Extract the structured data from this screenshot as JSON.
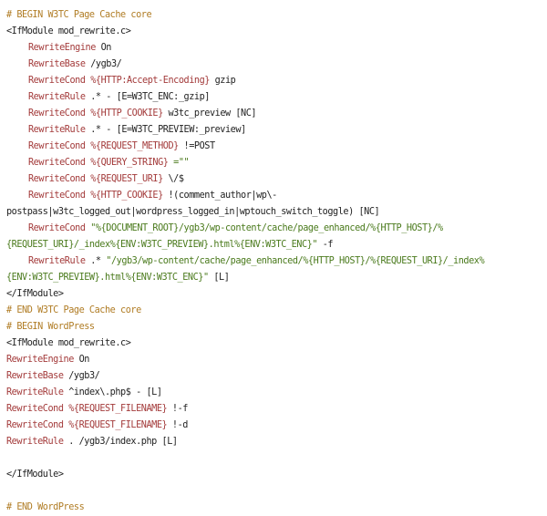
{
  "lines": [
    {
      "parts": [
        {
          "t": "# BEGIN W3TC Page Cache core",
          "c": "cmt"
        }
      ]
    },
    {
      "parts": [
        {
          "t": "<IfModule mod_rewrite.c>",
          "c": "tag"
        }
      ]
    },
    {
      "indent": true,
      "parts": [
        {
          "t": "RewriteEngine",
          "c": "kw"
        },
        {
          "t": " On",
          "c": "plain"
        }
      ]
    },
    {
      "indent": true,
      "parts": [
        {
          "t": "RewriteBase",
          "c": "kw"
        },
        {
          "t": " /ygb3/",
          "c": "plain"
        }
      ]
    },
    {
      "indent": true,
      "parts": [
        {
          "t": "RewriteCond",
          "c": "kw"
        },
        {
          "t": " ",
          "c": "plain"
        },
        {
          "t": "%{HTTP:Accept-Encoding}",
          "c": "var"
        },
        {
          "t": " gzip",
          "c": "plain"
        }
      ]
    },
    {
      "indent": true,
      "parts": [
        {
          "t": "RewriteRule",
          "c": "kw"
        },
        {
          "t": " .* - [E=W3TC_ENC:_gzip]",
          "c": "plain"
        }
      ]
    },
    {
      "indent": true,
      "parts": [
        {
          "t": "RewriteCond",
          "c": "kw"
        },
        {
          "t": " ",
          "c": "plain"
        },
        {
          "t": "%{HTTP_COOKIE}",
          "c": "var"
        },
        {
          "t": " w3tc_preview [NC]",
          "c": "plain"
        }
      ]
    },
    {
      "indent": true,
      "parts": [
        {
          "t": "RewriteRule",
          "c": "kw"
        },
        {
          "t": " .* - [E=W3TC_PREVIEW:_preview]",
          "c": "plain"
        }
      ]
    },
    {
      "indent": true,
      "parts": [
        {
          "t": "RewriteCond",
          "c": "kw"
        },
        {
          "t": " ",
          "c": "plain"
        },
        {
          "t": "%{REQUEST_METHOD}",
          "c": "var"
        },
        {
          "t": " !=POST",
          "c": "plain"
        }
      ]
    },
    {
      "indent": true,
      "parts": [
        {
          "t": "RewriteCond",
          "c": "kw"
        },
        {
          "t": " ",
          "c": "plain"
        },
        {
          "t": "%{QUERY_STRING}",
          "c": "var"
        },
        {
          "t": " =\"\"",
          "c": "str"
        }
      ]
    },
    {
      "indent": true,
      "parts": [
        {
          "t": "RewriteCond",
          "c": "kw"
        },
        {
          "t": " ",
          "c": "plain"
        },
        {
          "t": "%{REQUEST_URI}",
          "c": "var"
        },
        {
          "t": " \\/$",
          "c": "plain"
        }
      ]
    },
    {
      "indent": true,
      "parts": [
        {
          "t": "RewriteCond",
          "c": "kw"
        },
        {
          "t": " ",
          "c": "plain"
        },
        {
          "t": "%{HTTP_COOKIE}",
          "c": "var"
        },
        {
          "t": " !(comment_author|wp\\-",
          "c": "plain"
        }
      ]
    },
    {
      "parts": [
        {
          "t": "postpass|w3tc_logged_out|wordpress_logged_in|wptouch_switch_toggle) [NC]",
          "c": "plain"
        }
      ]
    },
    {
      "indent": true,
      "parts": [
        {
          "t": "RewriteCond",
          "c": "kw"
        },
        {
          "t": " ",
          "c": "plain"
        },
        {
          "t": "\"%{DOCUMENT_ROOT}/ygb3/wp-content/cache/page_enhanced/%{HTTP_HOST}/%",
          "c": "str"
        }
      ]
    },
    {
      "parts": [
        {
          "t": "{REQUEST_URI}/_index%{ENV:W3TC_PREVIEW}.html%{ENV:W3TC_ENC}\"",
          "c": "str"
        },
        {
          "t": " -f",
          "c": "plain"
        }
      ]
    },
    {
      "indent": true,
      "parts": [
        {
          "t": "RewriteRule",
          "c": "kw"
        },
        {
          "t": " .* ",
          "c": "plain"
        },
        {
          "t": "\"/ygb3/wp-content/cache/page_enhanced/%{HTTP_HOST}/%{REQUEST_URI}/_index%",
          "c": "str"
        }
      ]
    },
    {
      "parts": [
        {
          "t": "{ENV:W3TC_PREVIEW}.html%{ENV:W3TC_ENC}\"",
          "c": "str"
        },
        {
          "t": " [L]",
          "c": "plain"
        }
      ]
    },
    {
      "parts": [
        {
          "t": "</IfModule>",
          "c": "tag"
        }
      ]
    },
    {
      "parts": [
        {
          "t": "# END W3TC Page Cache core",
          "c": "cmt"
        }
      ]
    },
    {
      "parts": [
        {
          "t": "# BEGIN WordPress",
          "c": "cmt"
        }
      ]
    },
    {
      "parts": [
        {
          "t": "<IfModule mod_rewrite.c>",
          "c": "tag"
        }
      ]
    },
    {
      "parts": [
        {
          "t": "RewriteEngine",
          "c": "kw"
        },
        {
          "t": " On",
          "c": "plain"
        }
      ]
    },
    {
      "parts": [
        {
          "t": "RewriteBase",
          "c": "kw"
        },
        {
          "t": " /ygb3/",
          "c": "plain"
        }
      ]
    },
    {
      "parts": [
        {
          "t": "RewriteRule",
          "c": "kw"
        },
        {
          "t": " ^index\\.php$ - [L]",
          "c": "plain"
        }
      ]
    },
    {
      "parts": [
        {
          "t": "RewriteCond",
          "c": "kw"
        },
        {
          "t": " ",
          "c": "plain"
        },
        {
          "t": "%{REQUEST_FILENAME}",
          "c": "var"
        },
        {
          "t": " !-f",
          "c": "plain"
        }
      ]
    },
    {
      "parts": [
        {
          "t": "RewriteCond",
          "c": "kw"
        },
        {
          "t": " ",
          "c": "plain"
        },
        {
          "t": "%{REQUEST_FILENAME}",
          "c": "var"
        },
        {
          "t": " !-d",
          "c": "plain"
        }
      ]
    },
    {
      "parts": [
        {
          "t": "RewriteRule",
          "c": "kw"
        },
        {
          "t": " . /ygb3/index.php [L]",
          "c": "plain"
        }
      ]
    },
    {
      "parts": [
        {
          "t": "",
          "c": "plain"
        }
      ]
    },
    {
      "parts": [
        {
          "t": "</IfModule>",
          "c": "tag"
        }
      ]
    },
    {
      "parts": [
        {
          "t": "",
          "c": "plain"
        }
      ]
    },
    {
      "parts": [
        {
          "t": "# END WordPress",
          "c": "cmt"
        }
      ]
    }
  ]
}
